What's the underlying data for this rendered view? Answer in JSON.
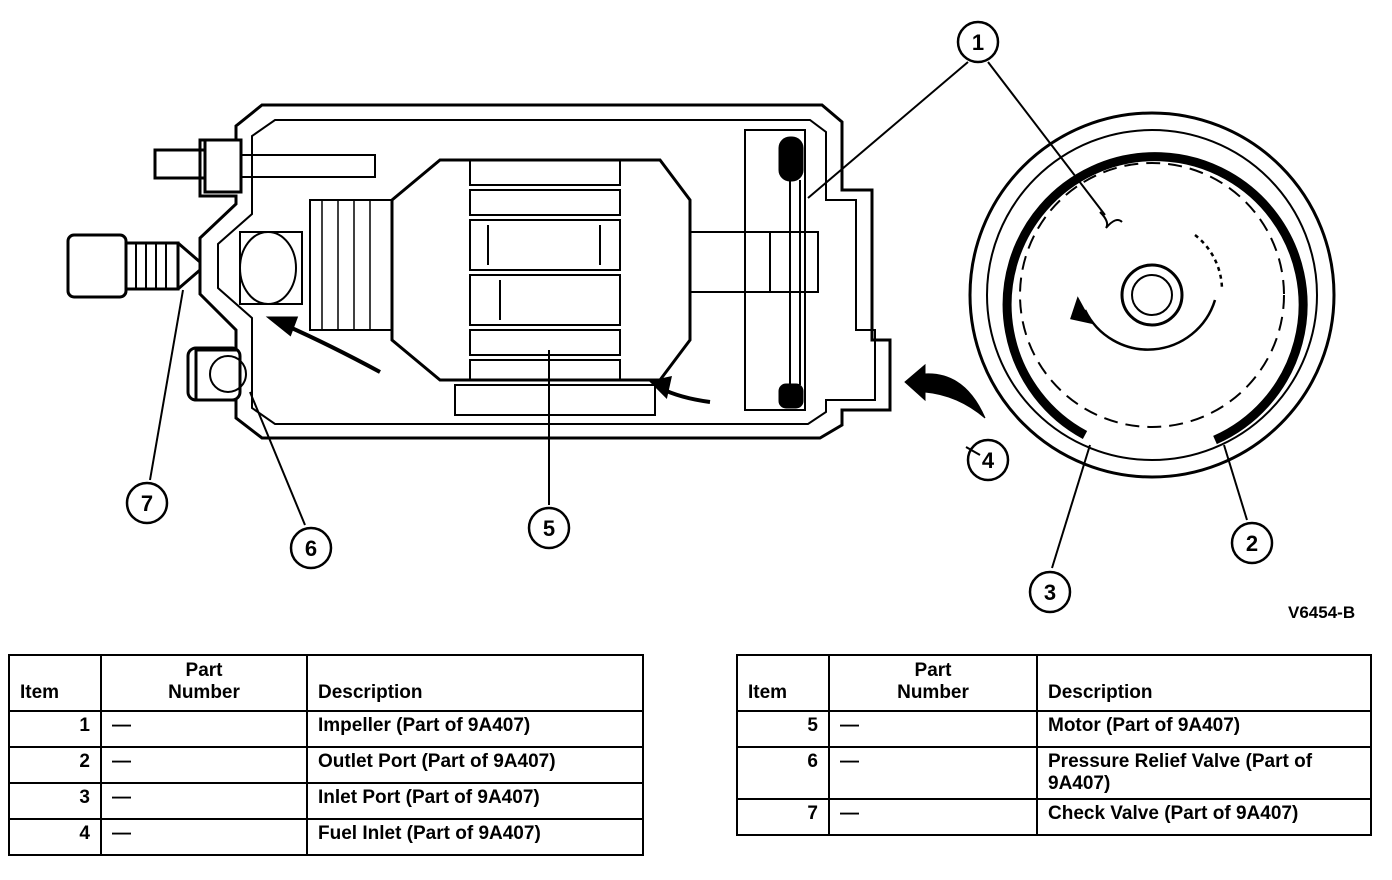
{
  "figure_id": "V6454-B",
  "callouts": [
    "1",
    "2",
    "3",
    "4",
    "5",
    "6",
    "7"
  ],
  "table_headers": {
    "item": "Item",
    "part_number": [
      "Part",
      "Number"
    ],
    "description": "Description"
  },
  "left_table": [
    {
      "item": "1",
      "part_number": "—",
      "description": "Impeller  (Part of 9A407)"
    },
    {
      "item": "2",
      "part_number": "—",
      "description": "Outlet Port  (Part of 9A407)"
    },
    {
      "item": "3",
      "part_number": "—",
      "description": "Inlet Port  (Part of 9A407)"
    },
    {
      "item": "4",
      "part_number": "—",
      "description": "Fuel Inlet  (Part of 9A407)"
    }
  ],
  "right_table": [
    {
      "item": "5",
      "part_number": "—",
      "description": "Motor  (Part of 9A407)"
    },
    {
      "item": "6",
      "part_number": "—",
      "description": "Pressure Relief Valve  (Part of 9A407)"
    },
    {
      "item": "7",
      "part_number": "—",
      "description": "Check Valve  (Part of 9A407)"
    }
  ]
}
